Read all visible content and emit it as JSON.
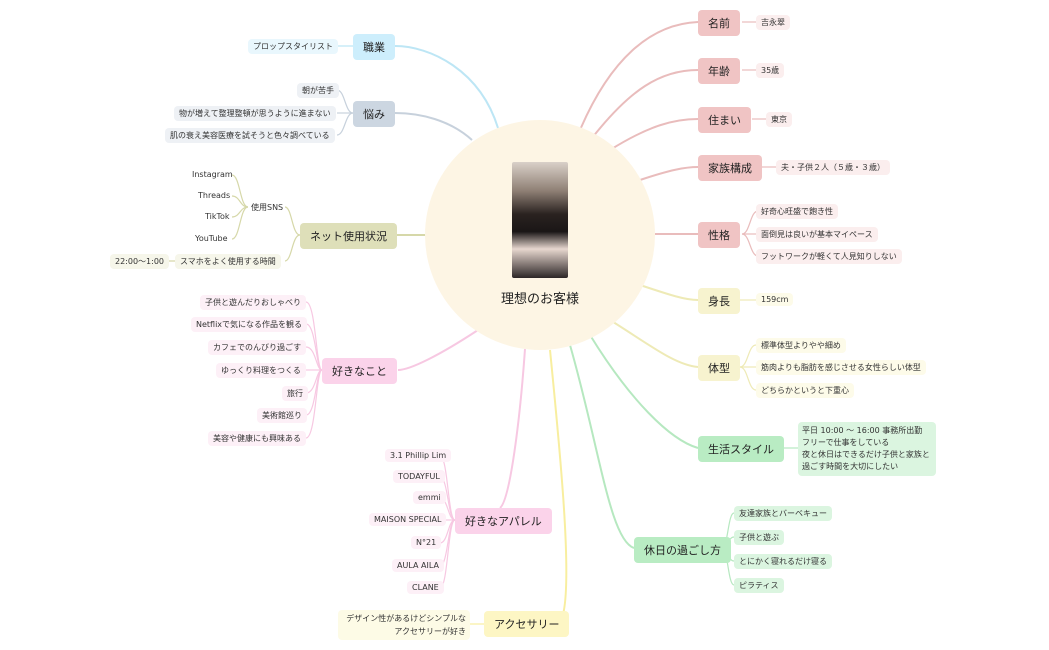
{
  "center": {
    "title": "理想のお客様",
    "photo": "portrait-photo"
  },
  "branches": {
    "occupation": {
      "label": "職業",
      "items": [
        "プロップスタイリスト"
      ]
    },
    "worries": {
      "label": "悩み",
      "items": [
        "朝が苦手",
        "物が増えて整理整頓が思うように進まない",
        "肌の衰え美容医療を試そうと色々調べている"
      ]
    },
    "net_usage": {
      "label": "ネット使用状況",
      "sns_label": "使用SNS",
      "sns": [
        "Instagram",
        "Threads",
        "TikTok",
        "YouTube"
      ],
      "time_label": "スマホをよく使用する時間",
      "time_value": "22:00〜1:00"
    },
    "likes": {
      "label": "好きなこと",
      "items": [
        "子供と遊んだりおしゃべり",
        "Netflixで気になる作品を観る",
        "カフェでのんびり過ごす",
        "ゆっくり料理をつくる",
        "旅行",
        "美術館巡り",
        "美容や健康にも興味ある"
      ]
    },
    "apparel": {
      "label": "好きなアパレル",
      "items": [
        "3.1 Phillip Lim",
        "TODAYFUL",
        "emmi",
        "MAISON SPECIAL",
        "N°21",
        "AULA AILA",
        "CLANE"
      ]
    },
    "accessory": {
      "label": "アクセサリー",
      "items": [
        "デザイン性があるけどシンプルな",
        "アクセサリーが好き"
      ]
    },
    "name": {
      "label": "名前",
      "items": [
        "吉永翠"
      ]
    },
    "age": {
      "label": "年齢",
      "items": [
        "35歳"
      ]
    },
    "residence": {
      "label": "住まい",
      "items": [
        "東京"
      ]
    },
    "family": {
      "label": "家族構成",
      "items": [
        "夫・子供２人（５歳・３歳）"
      ]
    },
    "personality": {
      "label": "性格",
      "items": [
        "好奇心旺盛で飽き性",
        "面倒見は良いが基本マイペース",
        "フットワークが軽くて人見知りしない"
      ]
    },
    "height": {
      "label": "身長",
      "items": [
        "159cm"
      ]
    },
    "body": {
      "label": "体型",
      "items": [
        "標準体型よりやや細め",
        "筋肉よりも脂肪を感じさせる女性らしい体型",
        "どちらかというと下重心"
      ]
    },
    "lifestyle": {
      "label": "生活スタイル",
      "lines": [
        "平日 10:00 〜 16:00 事務所出勤",
        "フリーで仕事をしている",
        "夜と休日はできるだけ子供と家族と",
        "過ごす時間を大切にしたい"
      ]
    },
    "holiday": {
      "label": "休日の過ごし方",
      "items": [
        "友達家族とバーベキュー",
        "子供と遊ぶ",
        "とにかく寝れるだけ寝る",
        "ピラティス"
      ]
    }
  },
  "colors": {
    "blue": "#cdeefc",
    "slate": "#ccd6e1",
    "olive": "#dedfb9",
    "pink": "#fbd3ea",
    "yellow": "#fdf6c4",
    "rose": "#f0c4c4",
    "cream": "#f7f3cf",
    "green": "#b9ecc3"
  }
}
